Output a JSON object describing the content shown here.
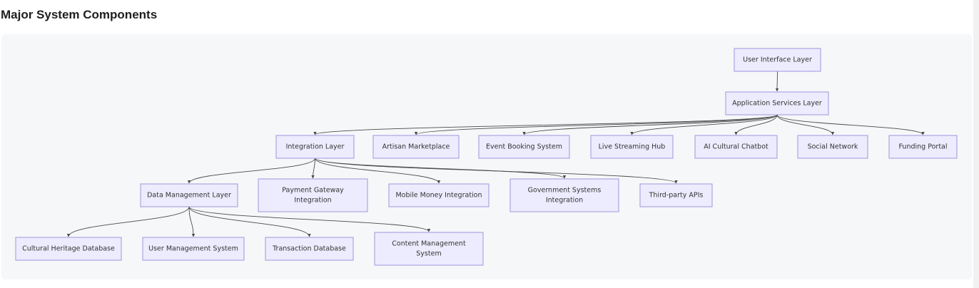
{
  "page": {
    "title": "Major System Components"
  },
  "nodes": [
    {
      "id": "ui",
      "lines": [
        "User Interface Layer"
      ]
    },
    {
      "id": "app",
      "lines": [
        "Application Services Layer"
      ]
    },
    {
      "id": "integration",
      "lines": [
        "Integration Layer"
      ]
    },
    {
      "id": "artisan",
      "lines": [
        "Artisan Marketplace"
      ]
    },
    {
      "id": "event",
      "lines": [
        "Event Booking System"
      ]
    },
    {
      "id": "live",
      "lines": [
        "Live Streaming Hub"
      ]
    },
    {
      "id": "ai",
      "lines": [
        "AI Cultural Chatbot"
      ]
    },
    {
      "id": "social",
      "lines": [
        "Social Network"
      ]
    },
    {
      "id": "funding",
      "lines": [
        "Funding Portal"
      ]
    },
    {
      "id": "data",
      "lines": [
        "Data Management Layer"
      ]
    },
    {
      "id": "payment",
      "lines": [
        "Payment Gateway",
        "Integration"
      ]
    },
    {
      "id": "mobile",
      "lines": [
        "Mobile Money Integration"
      ]
    },
    {
      "id": "gov",
      "lines": [
        "Government Systems",
        "Integration"
      ]
    },
    {
      "id": "thirdparty",
      "lines": [
        "Third-party APIs"
      ]
    },
    {
      "id": "heritage",
      "lines": [
        "Cultural Heritage Database"
      ]
    },
    {
      "id": "usermgmt",
      "lines": [
        "User Management System"
      ]
    },
    {
      "id": "transaction",
      "lines": [
        "Transaction Database"
      ]
    },
    {
      "id": "cms",
      "lines": [
        "Content Management",
        "System"
      ]
    }
  ],
  "edges": [
    {
      "from": "ui",
      "to": "app"
    },
    {
      "from": "app",
      "to": "integration"
    },
    {
      "from": "app",
      "to": "artisan"
    },
    {
      "from": "app",
      "to": "event"
    },
    {
      "from": "app",
      "to": "live"
    },
    {
      "from": "app",
      "to": "ai"
    },
    {
      "from": "app",
      "to": "social"
    },
    {
      "from": "app",
      "to": "funding"
    },
    {
      "from": "integration",
      "to": "data"
    },
    {
      "from": "integration",
      "to": "payment"
    },
    {
      "from": "integration",
      "to": "mobile"
    },
    {
      "from": "integration",
      "to": "gov"
    },
    {
      "from": "integration",
      "to": "thirdparty"
    },
    {
      "from": "data",
      "to": "heritage"
    },
    {
      "from": "data",
      "to": "usermgmt"
    },
    {
      "from": "data",
      "to": "transaction"
    },
    {
      "from": "data",
      "to": "cms"
    }
  ],
  "colors": {
    "node_fill": "#ececfe",
    "node_border": "#9e96dc",
    "edge": "#4a4a4a",
    "panel": "#f6f7f9"
  }
}
